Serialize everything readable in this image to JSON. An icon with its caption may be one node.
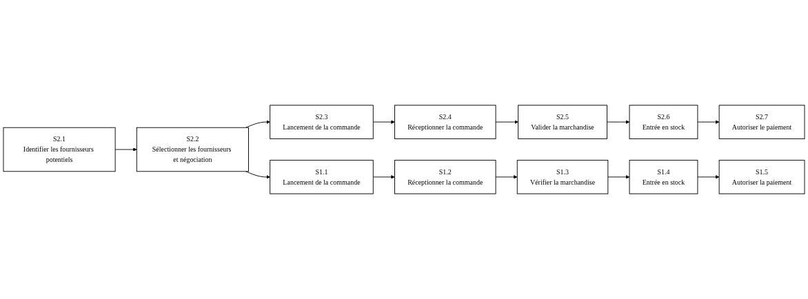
{
  "diagram": {
    "nodes": [
      {
        "text": [
          "S2.1",
          "Identifier les fournisseurs potentiels"
        ]
      },
      {
        "text": [
          "S2.2",
          "Sélectionner les fournisseurs et négociation"
        ]
      },
      {
        "text": [
          "S2.3",
          "Lancement de la commande"
        ]
      },
      {
        "text": [
          "S2.4",
          "Réceptionner la commande"
        ]
      },
      {
        "text": [
          "S2.5",
          "Valider la marchandise"
        ]
      },
      {
        "text": [
          "S2.6",
          "Entrée en stock"
        ]
      },
      {
        "text": [
          "S2.7",
          "Autoriser le paiement"
        ]
      },
      {
        "text": [
          "S1.1",
          "Lancement de la commande"
        ]
      },
      {
        "text": [
          "S1.2",
          "Réceptionner la commande"
        ]
      },
      {
        "text": [
          "S1.3",
          "Vérifier la marchandise"
        ]
      },
      {
        "text": [
          "S1.4",
          "Entrée en stock"
        ]
      },
      {
        "text": [
          "S1.5",
          "Autoriser la paiement"
        ]
      }
    ],
    "edges": [
      {
        "from": 0,
        "to": 1,
        "arrow": "to"
      },
      {
        "from": 1,
        "to": 2,
        "arrow": "to"
      },
      {
        "from": 2,
        "to": 3,
        "arrow": "to"
      },
      {
        "from": 3,
        "to": 4,
        "arrow": "to"
      },
      {
        "from": 4,
        "to": 5,
        "arrow": "to"
      },
      {
        "from": 5,
        "to": 6,
        "arrow": "to"
      },
      {
        "from": 1,
        "to": 7,
        "arrow": "to"
      },
      {
        "from": 7,
        "to": 8,
        "arrow": "to"
      },
      {
        "from": 8,
        "to": 9,
        "arrow": "to"
      },
      {
        "from": 9,
        "to": 10,
        "arrow": "to"
      },
      {
        "from": 10,
        "to": 11,
        "arrow": "to"
      }
    ]
  }
}
